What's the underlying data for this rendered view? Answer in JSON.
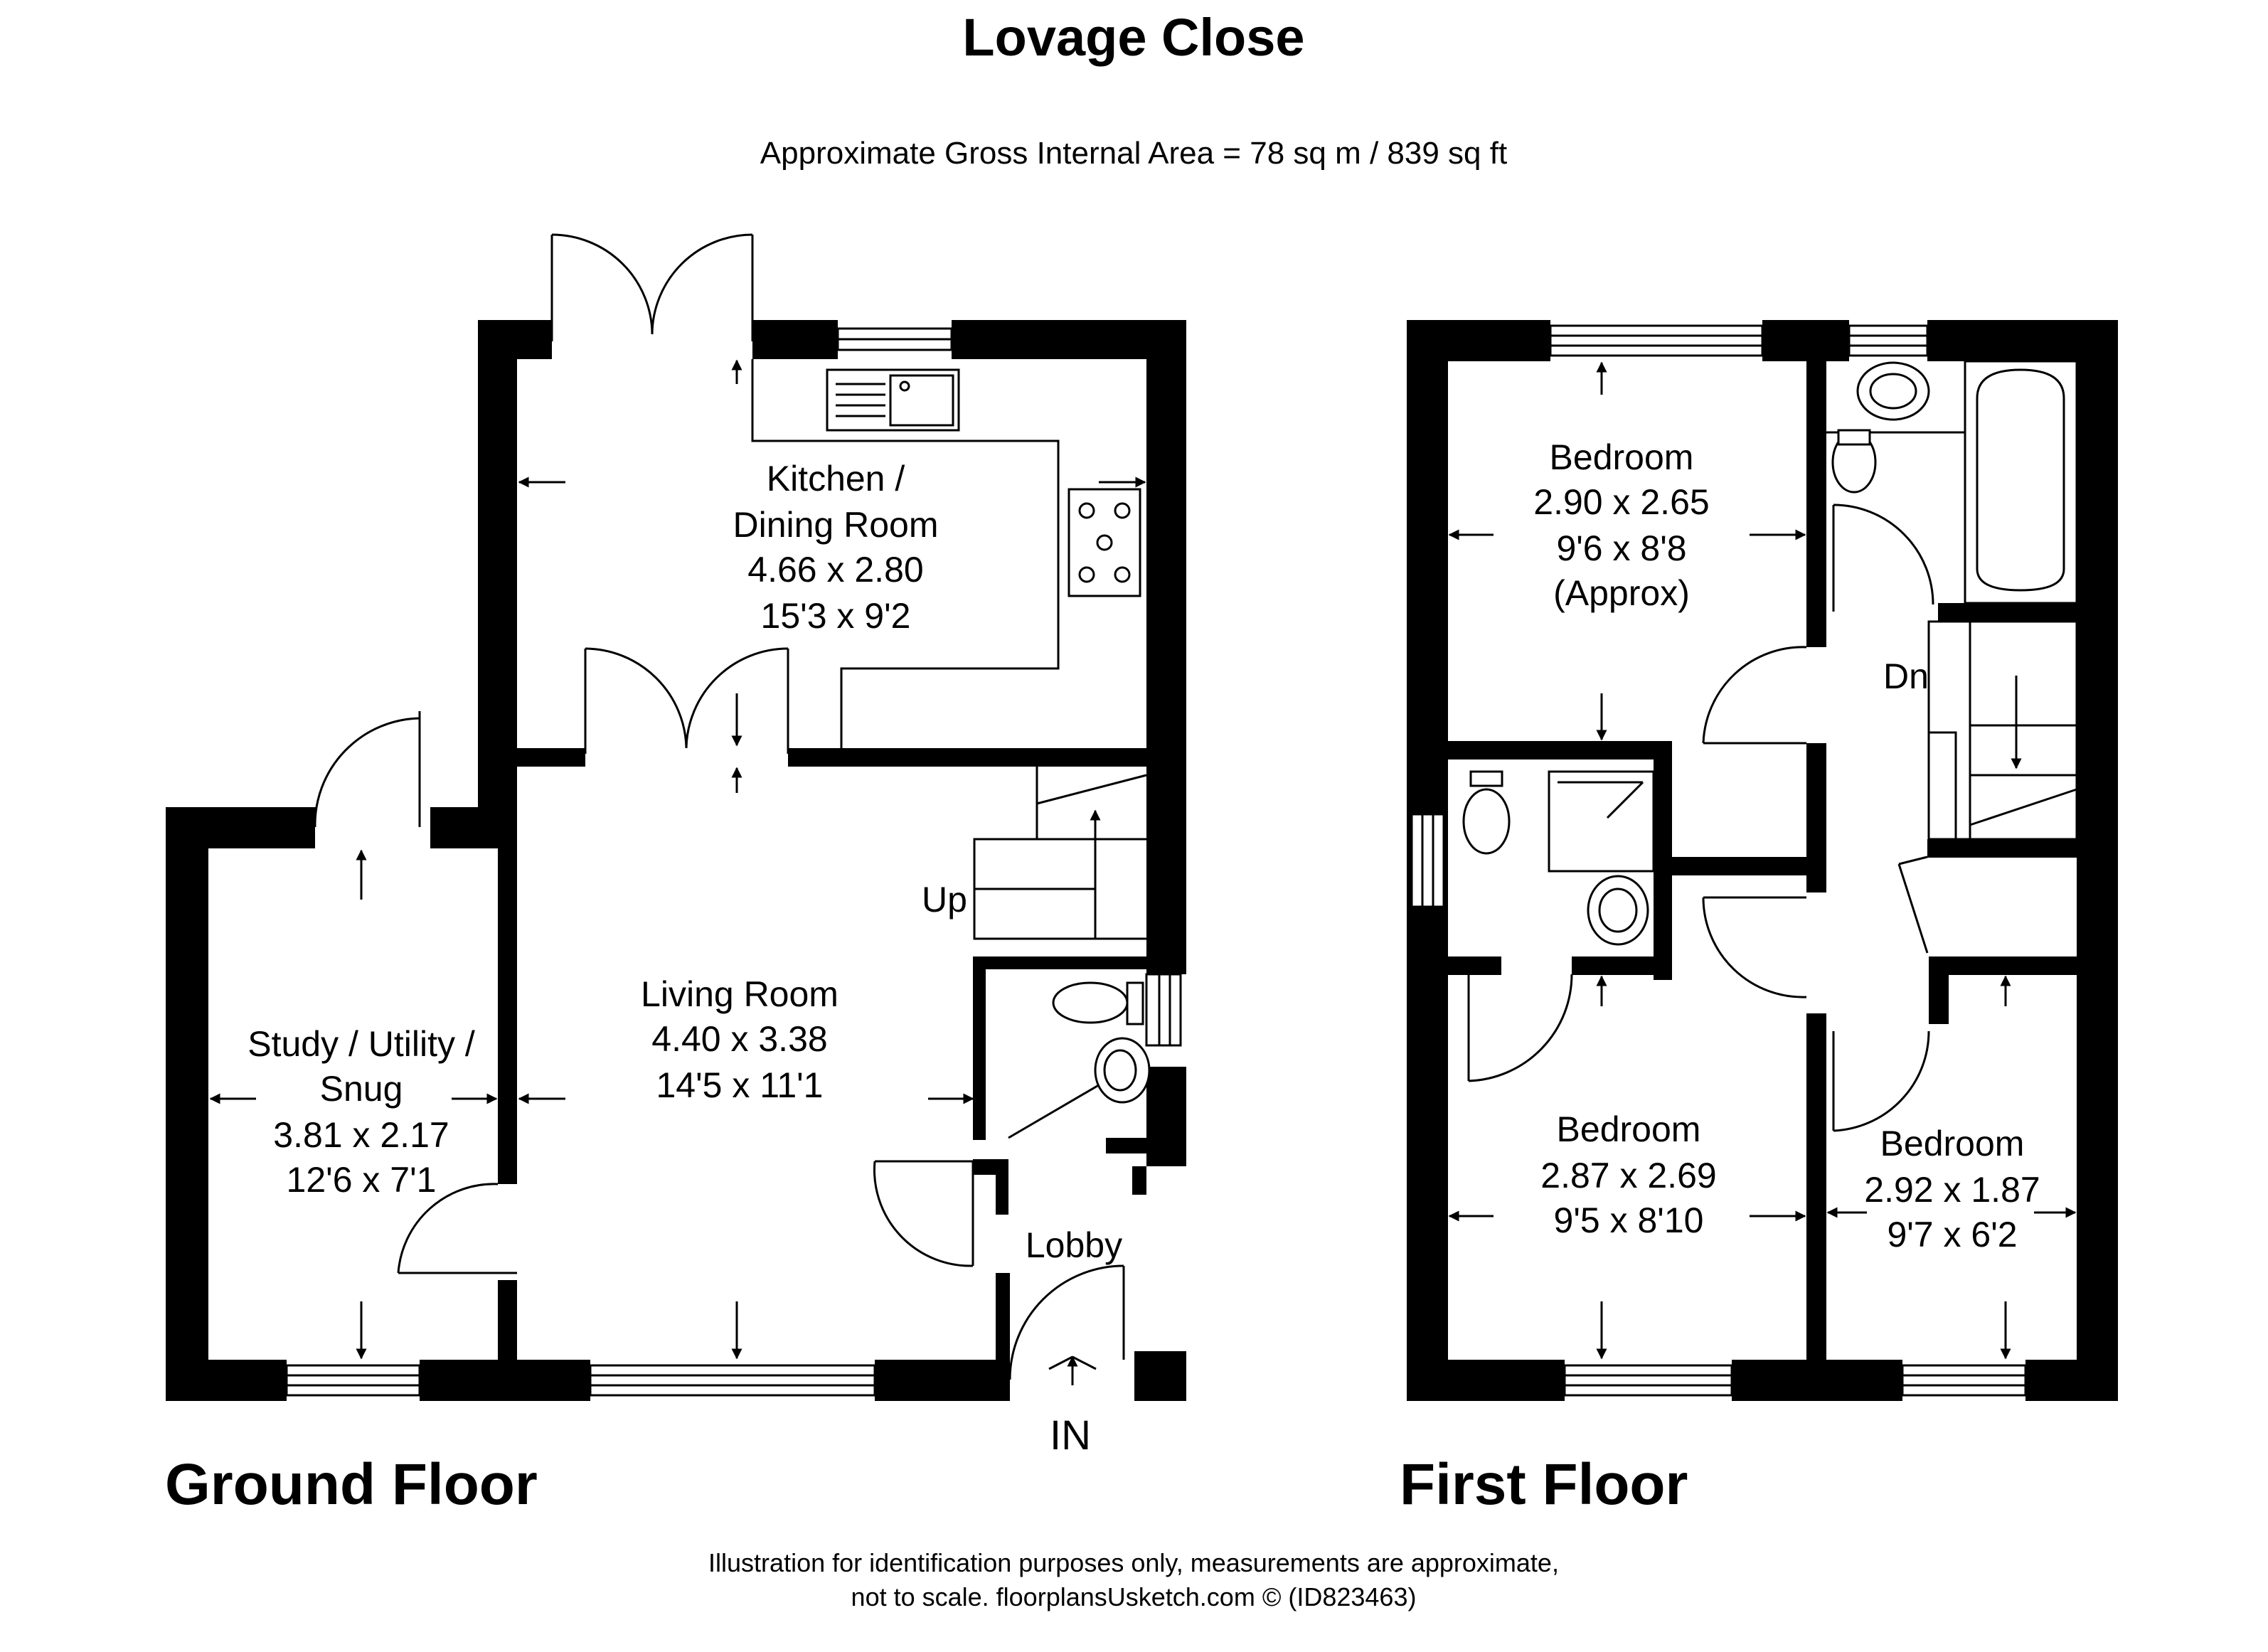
{
  "title": "Lovage Close",
  "area": "Approximate Gross Internal Area = 78 sq m / 839 sq ft",
  "ground_floor": {
    "label": "Ground Floor",
    "kitchen": {
      "l1": "Kitchen /",
      "l2": "Dining Room",
      "l3": "4.66 x 2.80",
      "l4": "15'3 x 9'2"
    },
    "living": {
      "l1": "Living Room",
      "l2": "4.40 x 3.38",
      "l3": "14'5 x 11'1"
    },
    "study": {
      "l1": "Study / Utility /",
      "l2": "Snug",
      "l3": "3.81 x 2.17",
      "l4": "12'6 x 7'1"
    },
    "lobby": "Lobby",
    "up": "Up",
    "entrance": "IN"
  },
  "first_floor": {
    "label": "First Floor",
    "bed1": {
      "l1": "Bedroom",
      "l2": "2.90 x 2.65",
      "l3": "9'6 x 8'8",
      "l4": "(Approx)"
    },
    "bed2": {
      "l1": "Bedroom",
      "l2": "2.87 x 2.69",
      "l3": "9'5 x 8'10"
    },
    "bed3": {
      "l1": "Bedroom",
      "l2": "2.92 x 1.87",
      "l3": "9'7 x 6'2"
    },
    "down": "Dn"
  },
  "disclaimer": {
    "line1": "Illustration for identification purposes only, measurements are approximate,",
    "line2": "not to scale. floorplansUsketch.com © (ID823463)"
  }
}
